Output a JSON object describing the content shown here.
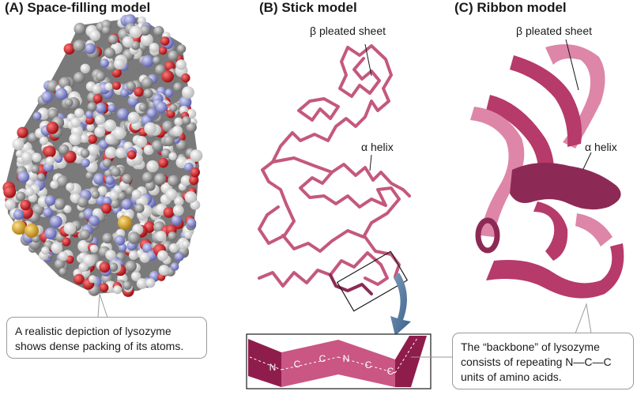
{
  "panels": {
    "a": {
      "title": "(A)  Space-filling model",
      "callout": [
        "A realistic depiction of lysozyme",
        "shows dense packing of its atoms."
      ]
    },
    "b": {
      "title": "(B)  Stick model",
      "sheet_label": "β pleated sheet",
      "helix_label": "α helix"
    },
    "c": {
      "title": "(C)  Ribbon model",
      "sheet_label": "β pleated sheet",
      "helix_label": "α helix",
      "callout": [
        "The “backbone” of lysozyme",
        "consists of repeating N—C—C",
        "units of amino acids."
      ]
    }
  },
  "backbone_inset": {
    "letters": [
      "N",
      "C",
      "C",
      "N",
      "C",
      "C"
    ]
  },
  "colors": {
    "atom_carbon": "#8f8f8f",
    "atom_hydrogen": "#e6e6e6",
    "atom_oxygen": "#d4161c",
    "atom_nitrogen": "#8c8fd8",
    "atom_sulfur": "#d9a21a",
    "stick": "#c4587e",
    "stick_dark": "#8c2a55",
    "ribbon": "#b63a6a",
    "ribbon_light": "#dd86a8",
    "backbone_dark": "#8f1d4c",
    "backbone_light": "#c95683",
    "arrow": "#4a6f96"
  }
}
